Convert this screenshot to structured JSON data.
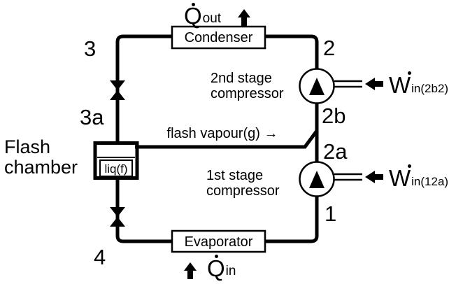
{
  "colors": {
    "ink": "#000000",
    "background": "#ffffff"
  },
  "states": {
    "p1": "1",
    "p2": "2",
    "p2a": "2a",
    "p2b": "2b",
    "p3": "3",
    "p3a": "3a",
    "p4": "4"
  },
  "components": {
    "condenser": "Condenser",
    "evaporator": "Evaporator",
    "flash_chamber": {
      "line1": "Flash",
      "line2": "chamber"
    },
    "liquid_tag": "liq(f)",
    "flash_vapour_tag": "flash vapour(g) →",
    "second_stage": {
      "line1": "2nd stage",
      "line2": "compressor"
    },
    "first_stage": {
      "line1": "1st stage",
      "line2": "compressor"
    }
  },
  "energy": {
    "q_out": {
      "symbol": "Q",
      "subscript": "out"
    },
    "q_in": {
      "symbol": "Q",
      "subscript": "in"
    },
    "w_in_second": {
      "symbol": "W",
      "subscript": "in(2b2)"
    },
    "w_in_first": {
      "symbol": "W",
      "subscript": "in(12a)"
    }
  }
}
